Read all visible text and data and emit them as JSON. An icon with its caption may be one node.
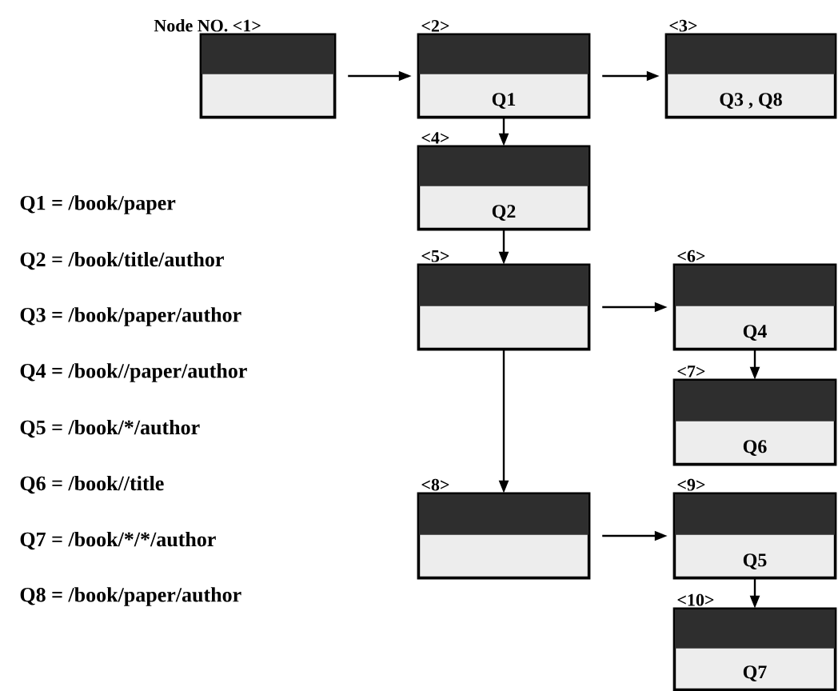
{
  "diagram": {
    "nodes": [
      {
        "text": [],
        "shape": "box",
        "beside": [
          "Node NO. <1>"
        ]
      },
      {
        "text": [
          "Q1"
        ],
        "beside": [
          "<2>"
        ]
      },
      {
        "text": [
          "Q3 , Q8"
        ],
        "beside": [
          "<3>"
        ]
      },
      {
        "text": [
          "Q2"
        ],
        "beside": [
          "<4>"
        ]
      },
      {
        "text": [],
        "shape": "box",
        "beside": [
          "<5>"
        ]
      },
      {
        "text": [
          "Q4"
        ],
        "beside": [
          "<6>"
        ]
      },
      {
        "text": [
          "Q6"
        ],
        "beside": [
          "<7>"
        ]
      },
      {
        "text": [],
        "shape": "box",
        "beside": [
          "<8>"
        ]
      },
      {
        "text": [
          "Q5"
        ],
        "beside": [
          "<9>"
        ]
      },
      {
        "text": [
          "Q7"
        ],
        "beside": [
          "<10>"
        ]
      }
    ],
    "edges": [
      {
        "from": 0,
        "to": 1,
        "arrow": "to"
      },
      {
        "from": 1,
        "to": 2,
        "arrow": "to"
      },
      {
        "from": 1,
        "to": 3,
        "arrow": "to"
      },
      {
        "from": 3,
        "to": 4,
        "arrow": "to"
      },
      {
        "from": 4,
        "to": 5,
        "arrow": "to"
      },
      {
        "from": 5,
        "to": 6,
        "arrow": "to"
      },
      {
        "from": 4,
        "to": 7,
        "arrow": "to"
      },
      {
        "from": 7,
        "to": 8,
        "arrow": "to"
      },
      {
        "from": 8,
        "to": 9,
        "arrow": "to"
      }
    ],
    "labels": [
      "Q1 = /book/paper",
      "Q2 = /book/title/author",
      "Q3 = /book/paper/author",
      "Q4 = /book//paper/author",
      "Q5 = /book/*/author",
      "Q6 = /book//title",
      "Q7 = /book/*/*/author",
      "Q8 = /book/paper/author"
    ]
  }
}
